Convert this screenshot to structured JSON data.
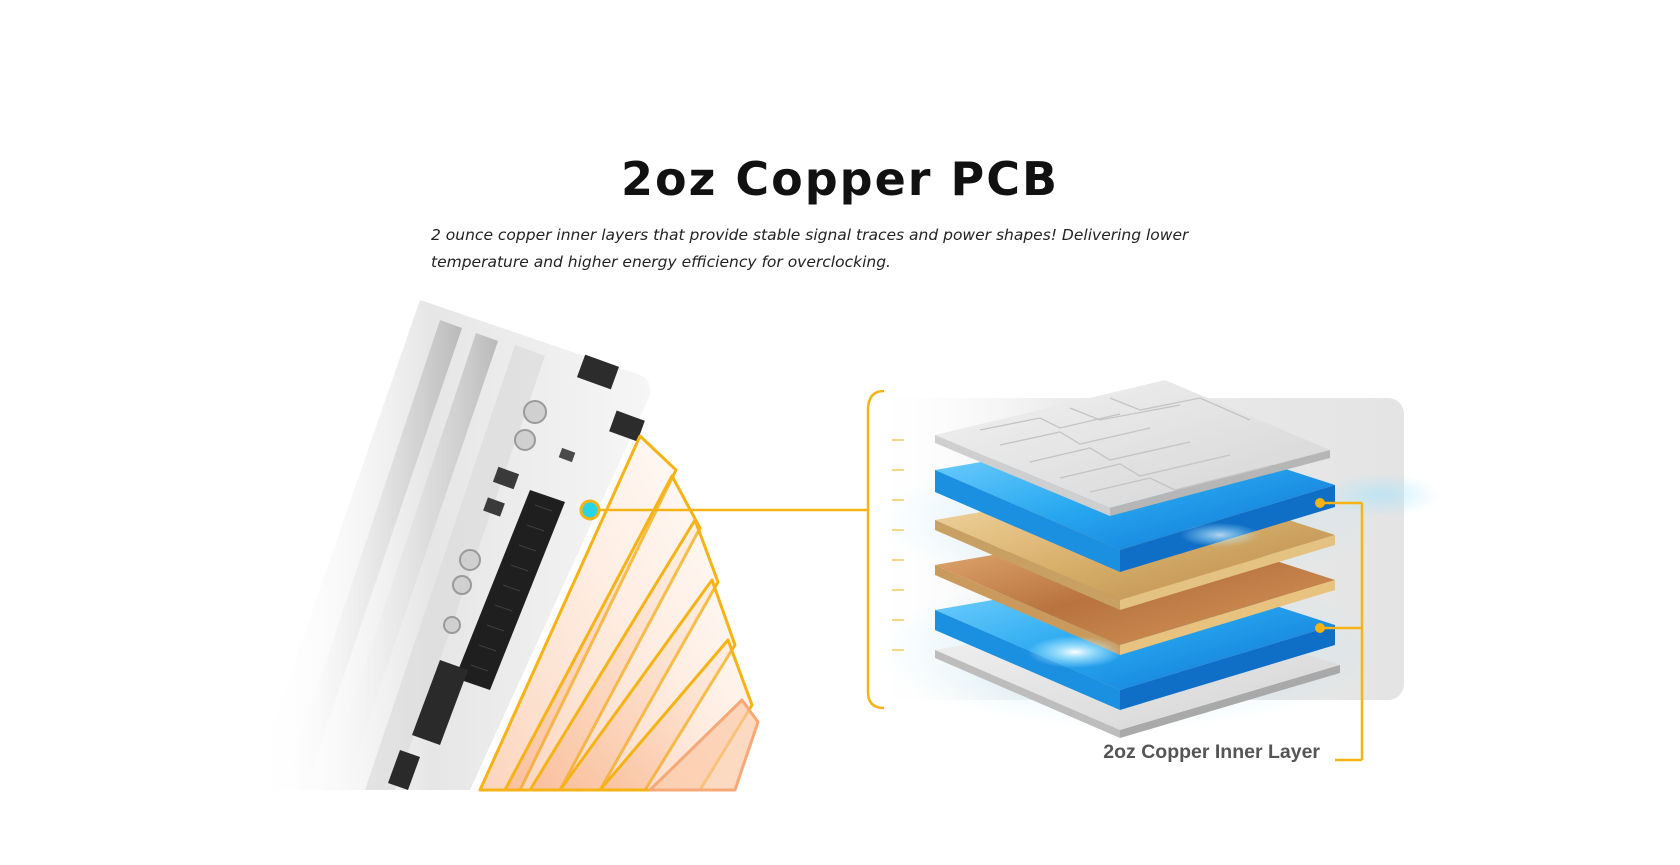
{
  "section": {
    "title": "2oz Copper PCB",
    "description": "2 ounce copper inner layers that provide stable signal traces and power shapes! Delivering lower temperature and higher energy efficiency for overclocking."
  },
  "illustration": {
    "layer_label": "2oz Copper Inner Layer",
    "colors": {
      "accent": "#f5b316",
      "callout_dot": "#27d5e6",
      "copper": "#c98a4b",
      "signal_layer": "#1ea5ee",
      "panel": "#ececec"
    }
  }
}
